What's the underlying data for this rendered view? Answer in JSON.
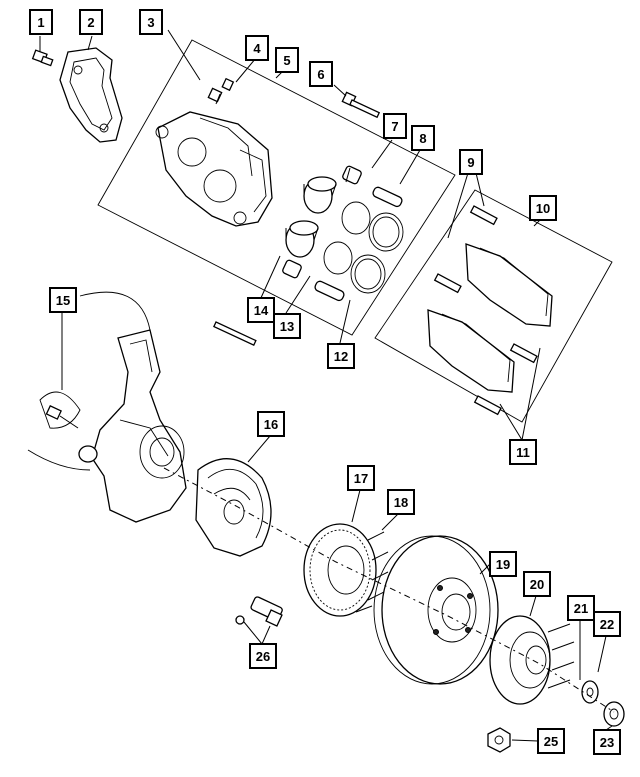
{
  "callouts": [
    {
      "id": "1",
      "label": "1"
    },
    {
      "id": "2",
      "label": "2"
    },
    {
      "id": "3",
      "label": "3"
    },
    {
      "id": "4",
      "label": "4"
    },
    {
      "id": "5",
      "label": "5"
    },
    {
      "id": "6",
      "label": "6"
    },
    {
      "id": "7",
      "label": "7"
    },
    {
      "id": "8",
      "label": "8"
    },
    {
      "id": "9",
      "label": "9"
    },
    {
      "id": "10",
      "label": "10"
    },
    {
      "id": "11",
      "label": "11"
    },
    {
      "id": "12",
      "label": "12"
    },
    {
      "id": "13",
      "label": "13"
    },
    {
      "id": "14",
      "label": "14"
    },
    {
      "id": "15",
      "label": "15"
    },
    {
      "id": "16",
      "label": "16"
    },
    {
      "id": "17",
      "label": "17"
    },
    {
      "id": "18",
      "label": "18"
    },
    {
      "id": "19",
      "label": "19"
    },
    {
      "id": "20",
      "label": "20"
    },
    {
      "id": "21",
      "label": "21"
    },
    {
      "id": "22",
      "label": "22"
    },
    {
      "id": "23",
      "label": "23"
    },
    {
      "id": "25",
      "label": "25"
    },
    {
      "id": "26",
      "label": "26"
    }
  ]
}
